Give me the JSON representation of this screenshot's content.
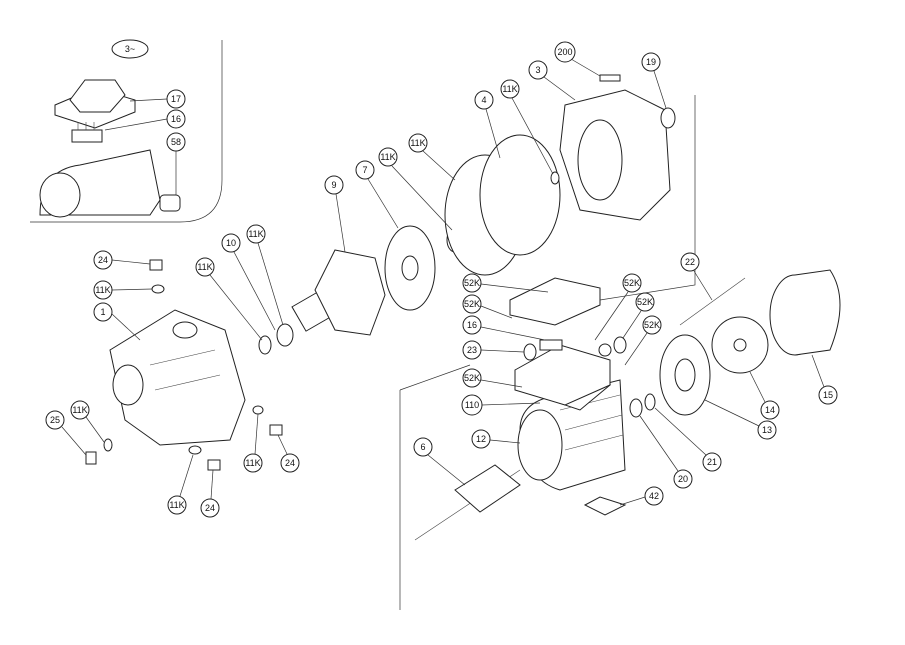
{
  "title": "Exploded parts diagram – pump with 3-phase motor",
  "inset": {
    "phase_label": "3~",
    "callouts": [
      "17",
      "16",
      "58"
    ]
  },
  "pump_callouts": [
    "24",
    "11K",
    "1",
    "25",
    "11K",
    "11K",
    "24",
    "11K",
    "24",
    "11K",
    "10",
    "11K",
    "9",
    "7",
    "11K",
    "11K",
    "4",
    "11K",
    "3",
    "200",
    "19"
  ],
  "motor_callouts": [
    "52K",
    "52K",
    "16",
    "23",
    "52K",
    "110",
    "52K",
    "52K",
    "52K",
    "22",
    "6",
    "12",
    "14",
    "15",
    "13",
    "21",
    "20",
    "42"
  ]
}
